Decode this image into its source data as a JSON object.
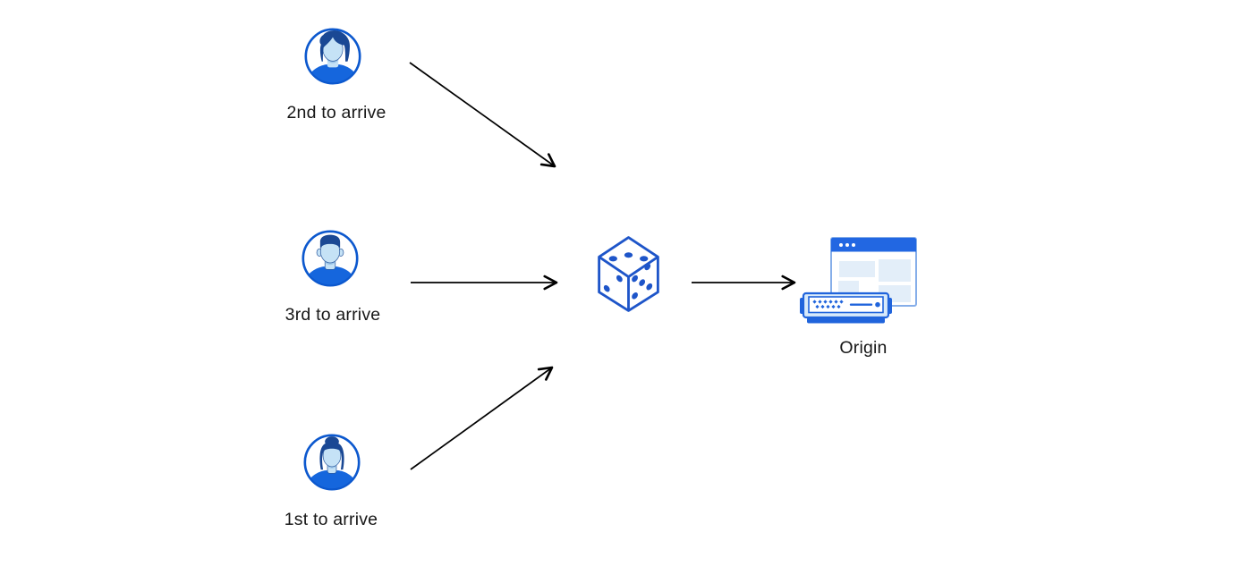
{
  "diagram": {
    "nodes": {
      "user_second": {
        "label": "2nd to arrive",
        "icon": "male-avatar"
      },
      "user_third": {
        "label": "3rd to arrive",
        "icon": "male-avatar-flattop"
      },
      "user_first": {
        "label": "1st to arrive",
        "icon": "female-avatar"
      },
      "randomizer": {
        "icon": "dice"
      },
      "origin": {
        "label": "Origin",
        "icon": "origin-server-browser"
      }
    },
    "edges": [
      {
        "from": "user_second",
        "to": "randomizer"
      },
      {
        "from": "user_third",
        "to": "randomizer"
      },
      {
        "from": "user_first",
        "to": "randomizer"
      },
      {
        "from": "randomizer",
        "to": "origin"
      }
    ]
  },
  "colors": {
    "background": "#ffffff",
    "arrow": "#000000",
    "label_text": "#171717",
    "avatar_border": "#0c58ce",
    "hair_navy": "#1a4894",
    "skin_light_blue": "#c5e2f6",
    "skin_shade": "#9fc8ea",
    "shirt_blue": "#1566dd",
    "dice_blue": "#1e55c9",
    "browser_bar_blue": "#2267e2",
    "browser_border": "#86aee9",
    "panel_light_blue": "#e3eef9",
    "server_blue": "#2064dc",
    "server_fill": "#d8eafa"
  }
}
